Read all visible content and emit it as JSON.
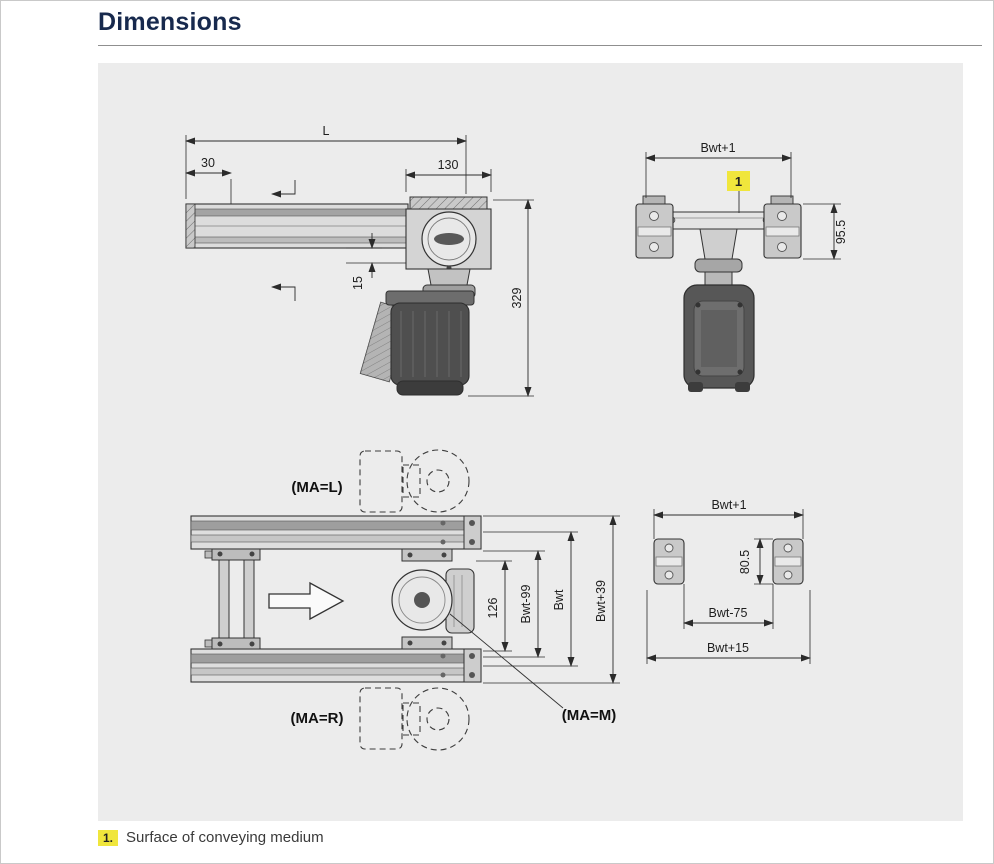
{
  "page": {
    "title": "Dimensions"
  },
  "footnote": {
    "marker": "1.",
    "text": "Surface of conveying medium"
  },
  "colors": {
    "title_text": "#17294d",
    "panel_bg": "#ececec",
    "highlight_yellow": "#f0e63c",
    "drawing_line": "#2b2b2b"
  },
  "diagram": {
    "side_view": {
      "dim_L": "L",
      "dim_30": "30",
      "dim_130": "130",
      "dim_15": "15",
      "dim_329": "329"
    },
    "end_view": {
      "dim_bwt_plus_1": "Bwt+1",
      "callout_1": "1",
      "dim_95_5": "95.5"
    },
    "top_view": {
      "label_ma_l": "(MA=L)",
      "label_ma_r": "(MA=R)",
      "label_ma_m": "(MA=M)",
      "dim_126": "126",
      "dim_bwt_minus_99": "Bwt-99",
      "dim_bwt": "Bwt",
      "dim_bwt_plus_39": "Bwt+39"
    },
    "section_view": {
      "dim_bwt_plus_1": "Bwt+1",
      "dim_80_5": "80.5",
      "dim_bwt_minus_75": "Bwt-75",
      "dim_bwt_plus_15": "Bwt+15"
    }
  }
}
